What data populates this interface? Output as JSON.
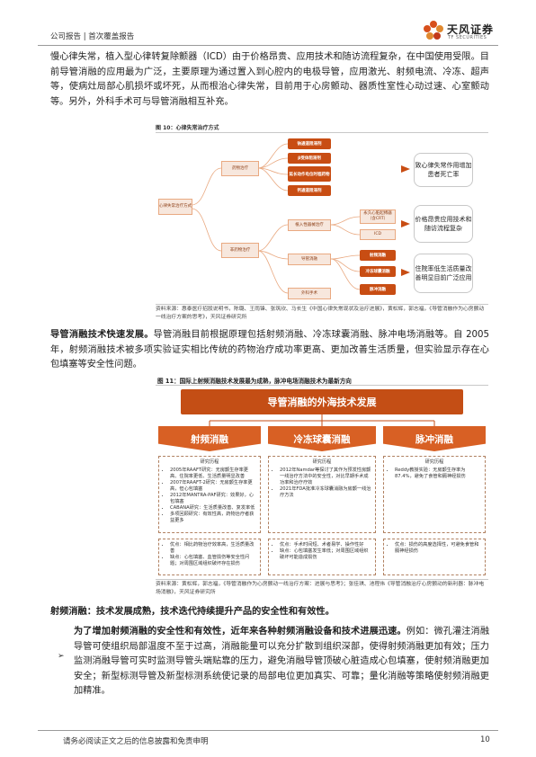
{
  "header": {
    "left": "公司报告 | 首次覆盖报告",
    "brand_cn": "天风证券",
    "brand_en": "TF SECURITIES"
  },
  "intro_paragraph": "慢心律失常，植入型心律转复除颤器（ICD）由于价格昂贵、应用技术和随访流程复杂，在中国使用受限。目前导管消融的应用最为广泛，主要原理为通过置入到心腔内的电极导管，应用激光、射频电流、冷冻、超声等，使病灶局部心肌损坏或坏死，从而根治心律失常，目前用于心房颤动、器质性室性心动过速、心室颤动等。另外，外科手术可与导管消融相互补充。",
  "figure10": {
    "title": "图 10：心律失常治疗方式",
    "root": "心律失常治疗方式",
    "drug_therapy": "药物治疗",
    "non_drug": "非药物治疗",
    "drug_items": [
      "钠通道阻滞剂",
      "β受体阻滞剂",
      "延长动作电位时程药物",
      "钙通道阻滞剂"
    ],
    "device_group": "植入性器械治疗",
    "device_items": [
      "永久心脏起搏器（含CRT）",
      "ICD"
    ],
    "catheter": "导管消融",
    "catheter_items": [
      "射频消融",
      "冷冻球囊消融",
      "脉冲消融"
    ],
    "surgery": "外科手术",
    "notes": [
      "致心律失常作用增加患者死亡率",
      "价格昂贵应用技术和随访流程复杂",
      "住院率低生活质量改善明显目前广泛应用"
    ],
    "source": "资料来源：惠泰医疗招股说明书，陈璐、王雨锋、张筑欣、马长生《中国心律失常现状及治疗进展》，黄松辉，郭志福，《导管消融作为心房颤动一线治疗方案的思考》，天风证券研究所"
  },
  "para2": {
    "lead": "导管消融技术快速发展。",
    "text": "导管消融目前根据原理包括射频消融、冷冻球囊消融、脉冲电场消融等。自 2005 年，射频消融技术被多项实验证实相比传统的药物治疗成功率更高、更加改善生活质量，但实验显示存在心包填塞等安全性问题。"
  },
  "figure11": {
    "title": "图 11：国际上射频消融技术发展最为成熟，脉冲电场消融技术为最新方向",
    "banner": "导管消融的外海技术发展",
    "columns": [
      {
        "name": "射频消融",
        "history_title": "研究历程",
        "history": [
          "2005年RAAFT研究：无房颤生存率更高、住院率更低、生活质量明显改善",
          "2007年RAAFT-2研究：无房颤生存率更高，但心包填塞",
          "2012年MANTRA-PAF研究：效果好，心包填塞",
          "CABANA研究：生活质量改善、复发率低",
          "多项回顾研究：有效性高，药物治疗者获益更多"
        ],
        "pros_cons": [
          "优点：相比药物治疗效率高，生活质量改善",
          "缺点：心包填塞、血管损伤等安全性问题；对周围区域组织破坏存在损伤"
        ]
      },
      {
        "name": "冷冻球囊消融",
        "history_title": "研究历程",
        "history": [
          "2012年Namdar等探讨了其作为预发性房颤一线治疗方法中的安全性，对比早期手术成功率和治疗疗效",
          "2021年FDA批准冷冻球囊消融为房颤一线治疗方法"
        ],
        "pros_cons": [
          "优点：手术时间短、术者易学、操作性好",
          "缺点：心包填塞发生率低；对周围区域组织破坏可能造成损伤"
        ]
      },
      {
        "name": "脉冲消融",
        "history_title": "研究历程",
        "history": [
          "Reddy教授实验：无房颤生存率为87.4%，避免了食管和膈神经损伤"
        ],
        "pros_cons": [
          "优点：损伤的高度选择性，可避免食管和膈神经损伤"
        ]
      }
    ],
    "source": "资料来源：黄松辉，郭志福，《导管消融作为心房颤动一线治疗方案：进展与思考》；张佳琪、池程伟《导管消融治疗心房颤动的新利器：脉冲电场消融》，天风证券研究所"
  },
  "para3": {
    "lead": "射频消融：技术发展成熟，技术迭代持续提升产品的安全性和有效性。"
  },
  "bullet": {
    "symbol": "➢",
    "lead": "为了增加射频消融的安全性和有效性，近年来各种射频消融设备和技术进展迅速。",
    "text": "例如：微孔灌注消融导管可使组织局部温度不至于过高，消融能量可以充分扩散到组织深部，使得射频消融更加有效；压力监测消融导管可实时监测导管头端贴靠的压力，避免消融导管顶破心脏造成心包填塞，使射频消融更加安全；新型标测导管及新型标测系统使记录的局部电位更加真实、可靠；量化消融等策略使射频消融更加精准。"
  },
  "footer": {
    "disclaimer": "请务必阅读正文之后的信息披露和免责申明",
    "page": "10"
  },
  "colors": {
    "accent": "#c84d13",
    "light": "#f7e7dd"
  }
}
